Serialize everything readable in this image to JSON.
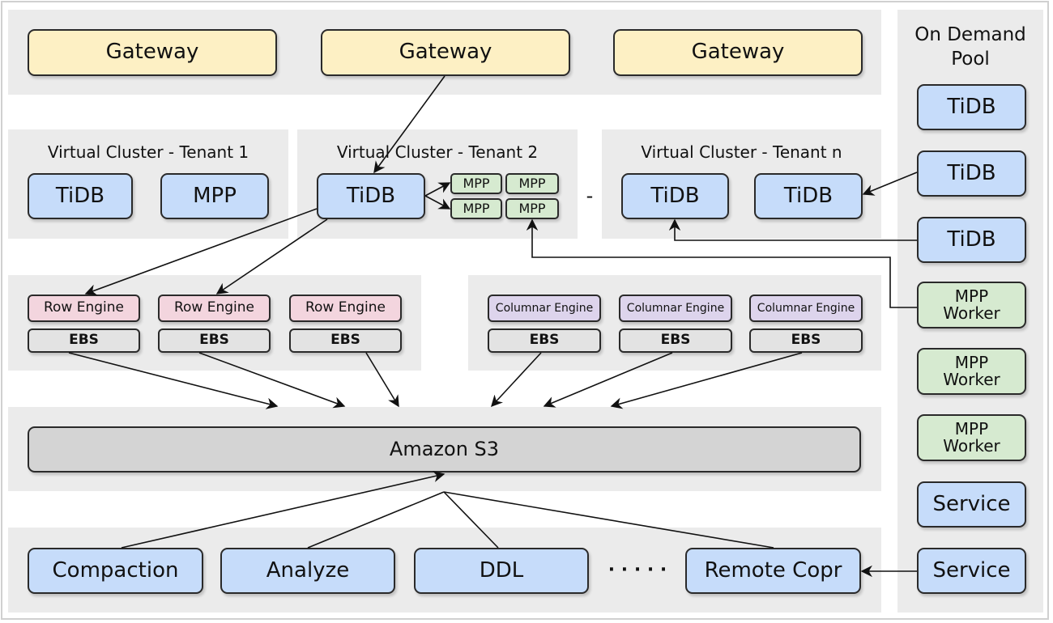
{
  "gateways": [
    "Gateway",
    "Gateway",
    "Gateway"
  ],
  "tenants": [
    {
      "title": "Virtual Cluster - Tenant 1",
      "nodes": [
        "TiDB",
        "MPP"
      ]
    },
    {
      "title": "Virtual Cluster - Tenant 2",
      "nodes": [
        "TiDB"
      ],
      "mpp": [
        "MPP",
        "MPP",
        "MPP",
        "MPP"
      ]
    },
    {
      "title": "Virtual Cluster - Tenant n",
      "nodes": [
        "TiDB",
        "TiDB"
      ]
    }
  ],
  "separator": "-",
  "pool": {
    "title_line1": "On Demand",
    "title_line2": "Pool",
    "items": [
      {
        "l1": "TiDB",
        "l2": ""
      },
      {
        "l1": "TiDB",
        "l2": ""
      },
      {
        "l1": "TiDB",
        "l2": ""
      },
      {
        "l1": "MPP",
        "l2": "Worker"
      },
      {
        "l1": "MPP",
        "l2": "Worker"
      },
      {
        "l1": "MPP",
        "l2": "Worker"
      },
      {
        "l1": "Service",
        "l2": ""
      },
      {
        "l1": "Service",
        "l2": ""
      }
    ]
  },
  "row_engines": [
    "Row Engine",
    "Row Engine",
    "Row Engine"
  ],
  "columnar_engines": [
    "Columnar Engine",
    "Columnar Engine",
    "Columnar Engine"
  ],
  "ebs": "EBS",
  "storage": "Amazon S3",
  "services": [
    "Compaction",
    "Analyze",
    "DDL",
    "Remote Copr"
  ],
  "ellipsis": "· · · · ·",
  "colors": {
    "gateway": "#fdf0c4",
    "tidb": "#c6dcfa",
    "mpp": "#d6ead0",
    "row_engine": "#f3d5de",
    "columnar_engine": "#ddd4ec",
    "ebs": "#e3e3e3",
    "s3": "#d4d4d4",
    "panel": "#ebebeb"
  }
}
